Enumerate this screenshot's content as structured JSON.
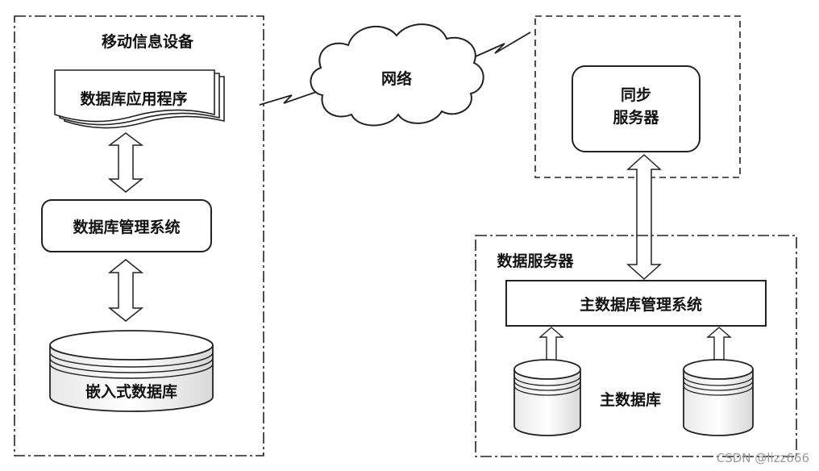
{
  "mobile_device": {
    "title": "移动信息设备",
    "app": "数据库应用程序",
    "dbms": "数据库管理系统",
    "embedded_db": "嵌入式数据库"
  },
  "network": {
    "label": "网络"
  },
  "sync_server": {
    "line1": "同步",
    "line2": "服务器"
  },
  "data_server": {
    "title": "数据服务器",
    "main_dbms": "主数据库管理系统",
    "main_db": "主数据库"
  },
  "watermark": "CSDN @lizz666"
}
